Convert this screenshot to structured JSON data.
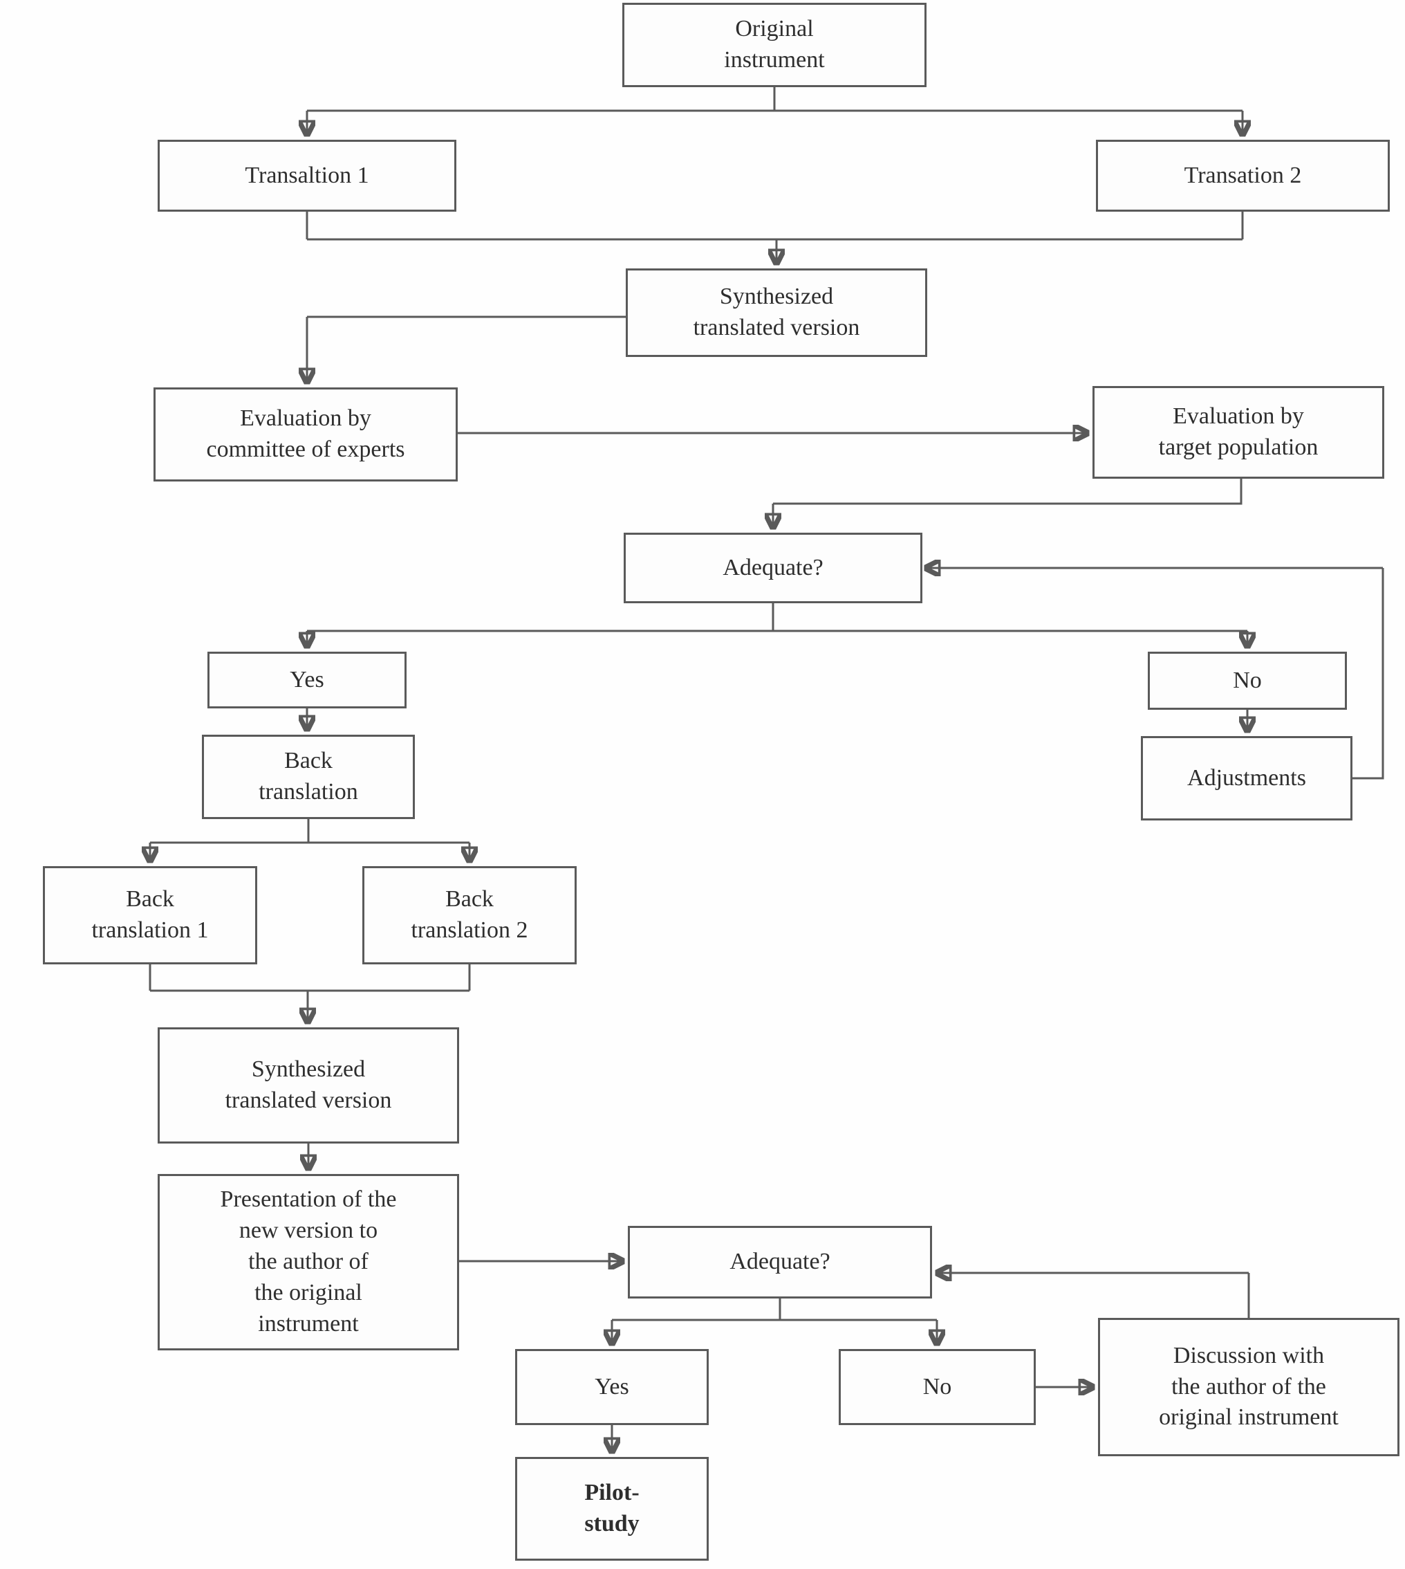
{
  "diagram": {
    "type": "flowchart",
    "style": {
      "background_color": "#fefefe",
      "box_border_color": "#5a5a5a",
      "line_color": "#5a5a5a",
      "arrowhead_color": "#1a1a1a",
      "text_color": "#2e2e2e"
    },
    "nodes": {
      "original": {
        "label": "Original\ninstrument"
      },
      "translation1": {
        "label": "Transaltion 1"
      },
      "translation2": {
        "label": "Transation 2"
      },
      "synthesized1": {
        "label": "Synthesized\ntranslated version"
      },
      "evalExperts": {
        "label": "Evaluation by\ncommittee of experts"
      },
      "evalTarget": {
        "label": "Evaluation by\ntarget population"
      },
      "adequate1": {
        "label": "Adequate?"
      },
      "yes1": {
        "label": "Yes"
      },
      "no1": {
        "label": "No"
      },
      "backTranslation": {
        "label": "Back\ntranslation"
      },
      "adjustments": {
        "label": "Adjustments"
      },
      "backTranslation1": {
        "label": "Back\ntranslation 1"
      },
      "backTranslation2": {
        "label": "Back\ntranslation 2"
      },
      "synthesized2": {
        "label": "Synthesized\ntranslated version"
      },
      "presentation": {
        "label": "Presentation of the\nnew version to\nthe author of\nthe original\ninstrument"
      },
      "adequate2": {
        "label": "Adequate?"
      },
      "yes2": {
        "label": "Yes"
      },
      "no2": {
        "label": "No"
      },
      "discussion": {
        "label": "Discussion with\nthe author of the\noriginal instrument"
      },
      "pilotStudy": {
        "label": "Pilot-\nstudy"
      }
    },
    "edges": [
      "original -> translation1",
      "original -> translation2",
      "translation1 + translation2 -> synthesized1",
      "synthesized1 -> evalExperts",
      "evalExperts -> evalTarget",
      "evalTarget -> adequate1",
      "adequate1 -> yes1",
      "adequate1 -> no1",
      "yes1 -> backTranslation",
      "no1 -> adjustments",
      "adjustments -> adequate1",
      "backTranslation -> backTranslation1",
      "backTranslation -> backTranslation2",
      "backTranslation1 + backTranslation2 -> synthesized2",
      "synthesized2 -> presentation",
      "presentation -> adequate2",
      "adequate2 -> yes2",
      "adequate2 -> no2",
      "yes2 -> pilotStudy",
      "no2 -> discussion",
      "discussion -> adequate2"
    ]
  }
}
